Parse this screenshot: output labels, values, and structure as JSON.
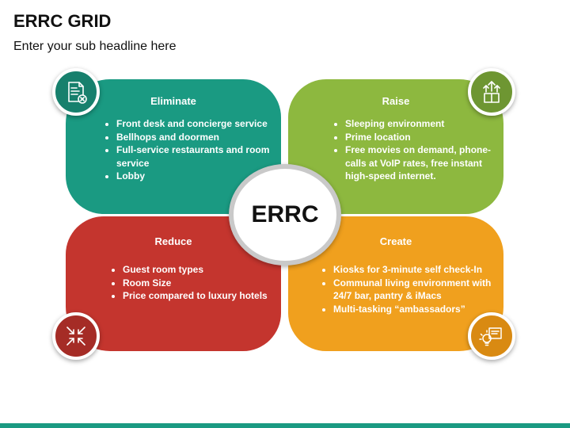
{
  "header": {
    "title": "ERRC GRID",
    "subtitle": "Enter your sub headline here"
  },
  "center": {
    "label": "ERRC"
  },
  "quadrants": [
    {
      "key": "eliminate",
      "title": "Eliminate",
      "color": "#1a9a82",
      "icon": "document-remove-icon",
      "items": [
        "Front desk and concierge service",
        "Bellhops and doormen",
        "Full-service restaurants and room service",
        "Lobby"
      ]
    },
    {
      "key": "raise",
      "title": "Raise",
      "color": "#8db83f",
      "icon": "box-arrows-up-icon",
      "items": [
        "Sleeping environment",
        "Prime location",
        "Free movies on demand, phone-calls at VoIP rates, free instant high-speed internet."
      ]
    },
    {
      "key": "reduce",
      "title": "Reduce",
      "color": "#c4352e",
      "icon": "arrows-inward-icon",
      "items": [
        "Guest room types",
        "Room Size",
        "Price compared to luxury hotels"
      ]
    },
    {
      "key": "create",
      "title": "Create",
      "color": "#f0a01e",
      "icon": "bulb-board-icon",
      "items": [
        "Kiosks for 3-minute self check-In",
        "Communal living environment with 24/7 bar, pantry & iMacs",
        "Multi-tasking “ambassadors”"
      ]
    }
  ]
}
